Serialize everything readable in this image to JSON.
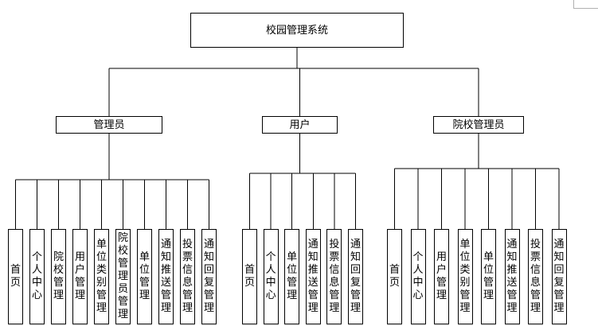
{
  "root": "校园管理系统",
  "roles": [
    {
      "name": "管理员",
      "children": [
        "首页",
        "个人中心",
        "院校管理",
        "用户管理",
        "单位类别管理",
        "院校管理员管理",
        "单位管理",
        "通知推送管理",
        "投票信息管理",
        "通知回复管理"
      ]
    },
    {
      "name": "用户",
      "children": [
        "首页",
        "个人中心",
        "单位管理",
        "通知推送管理",
        "投票信息管理",
        "通知回复管理"
      ]
    },
    {
      "name": "院校管理员",
      "children": [
        "首页",
        "个人中心",
        "用户管理",
        "单位类别管理",
        "单位管理",
        "通知推送管理",
        "投票信息管理",
        "通知回复管理"
      ]
    }
  ]
}
